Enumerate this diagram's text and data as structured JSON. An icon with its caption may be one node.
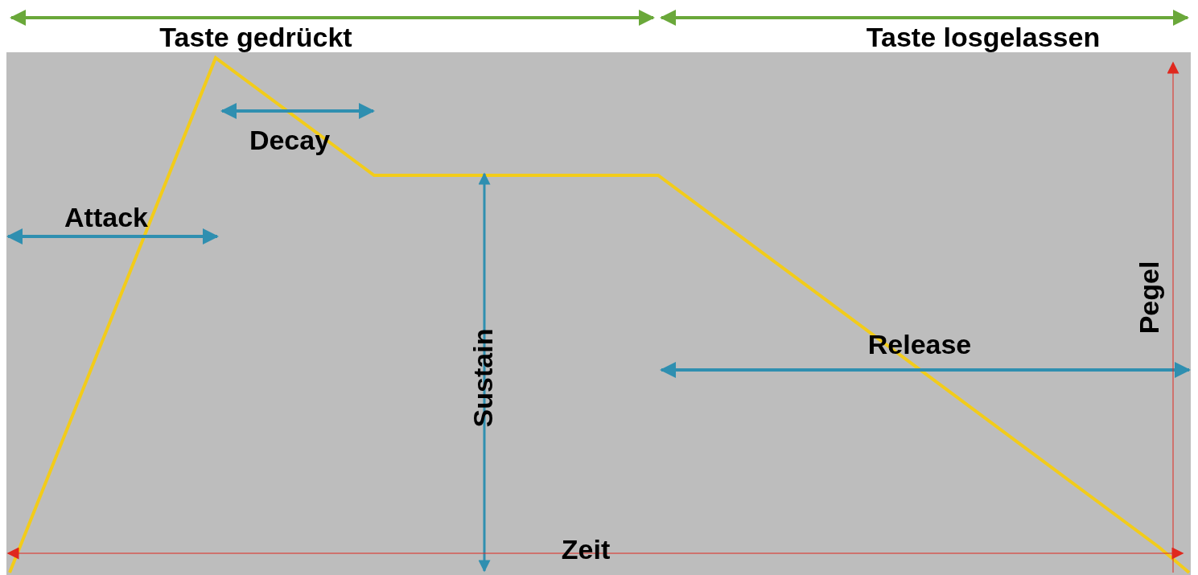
{
  "diagram": {
    "labels": [
      "Taste gedrückt",
      "Taste losgelassen",
      "Decay",
      "Attack",
      "Sustain",
      "Release",
      "Pegel",
      "Zeit"
    ]
  }
}
